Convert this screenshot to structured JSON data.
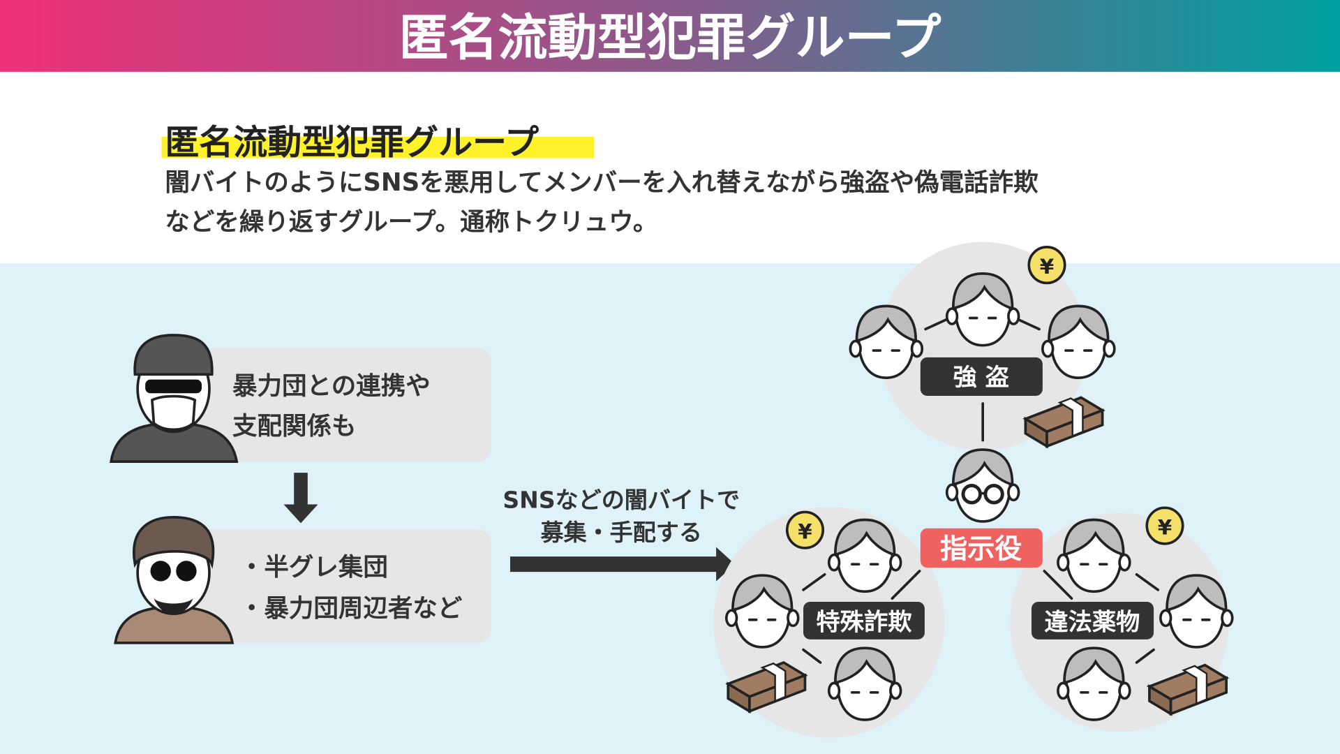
{
  "header": {
    "title": "匿名流動型犯罪グループ"
  },
  "intro": {
    "heading": "匿名流動型犯罪グループ",
    "lines": [
      "闇バイトのようにSNSを悪用してメンバーを入れ替えながら強盗や偽電話詐欺",
      "などを繰り返すグループ。通称トクリュウ。"
    ]
  },
  "left": {
    "box1": [
      "暴力団との連携や",
      "支配関係も"
    ],
    "box2": [
      "・半グレ集団",
      "・暴力団周辺者など"
    ]
  },
  "arrow": {
    "lines": [
      "SNSなどの闇バイトで",
      "募集・手配する"
    ]
  },
  "groups": {
    "top": "強 盗",
    "leader": "指示役",
    "left": "特殊詐欺",
    "right": "違法薬物"
  },
  "icons": {
    "coin": "¥"
  },
  "colors": {
    "header_start": "#f0307a",
    "header_end": "#00a0a0",
    "highlight": "#fff22a",
    "panel": "#dff1f9",
    "leader_badge": "#f0625f",
    "label_bg": "#333333"
  }
}
